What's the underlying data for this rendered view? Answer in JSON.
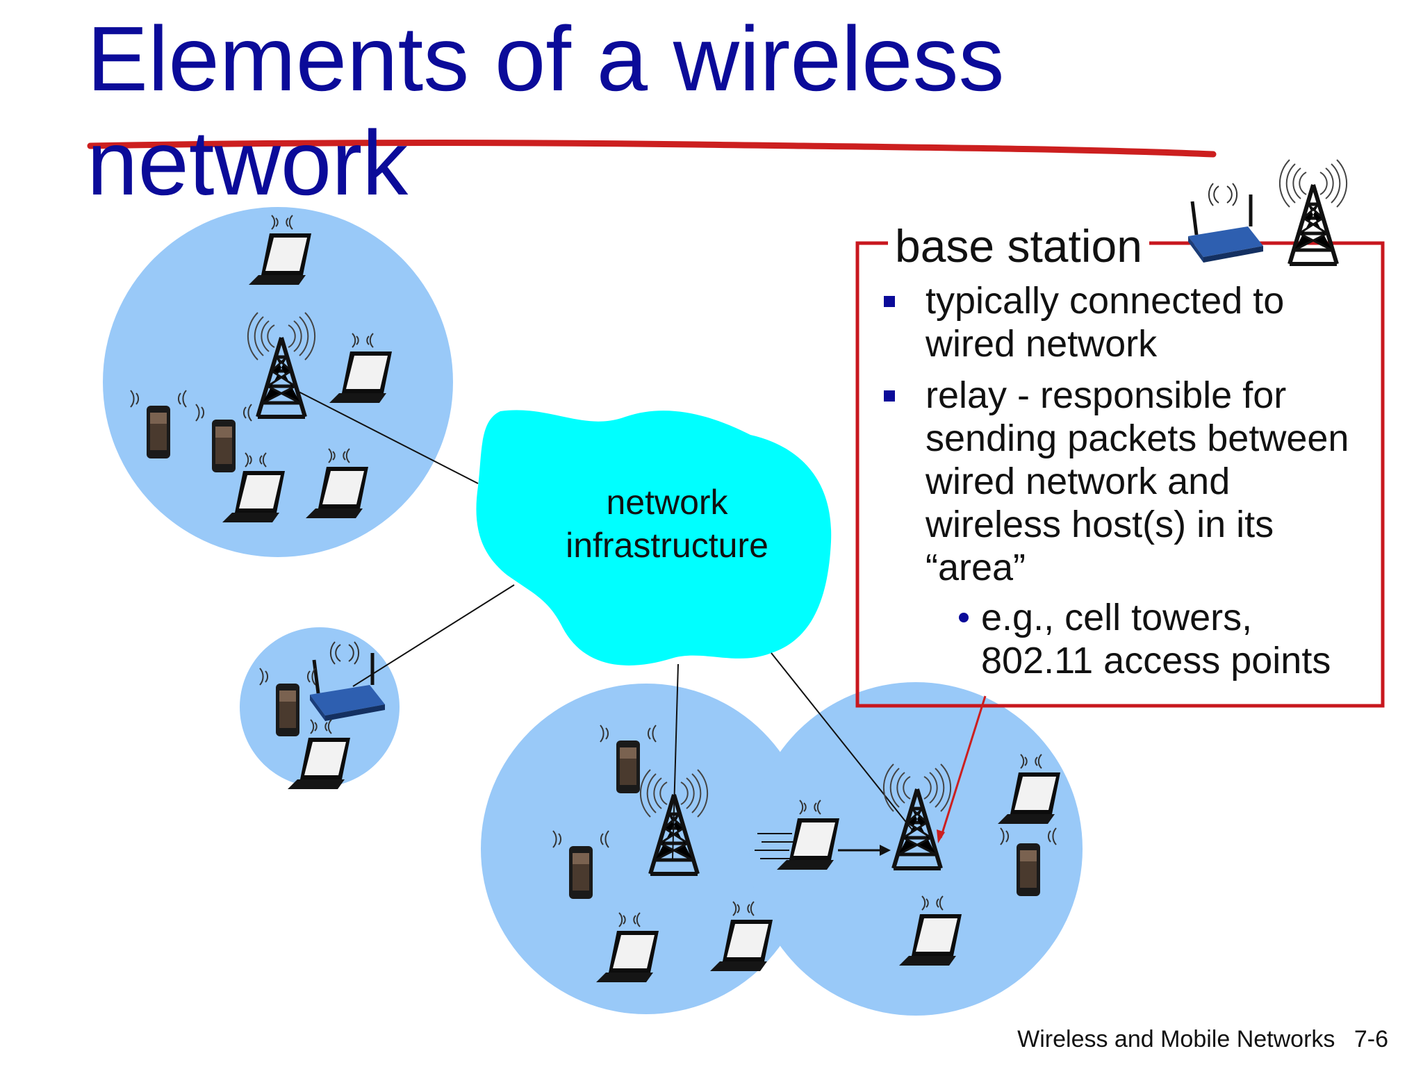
{
  "slide": {
    "title": "Elements of a wireless network",
    "cloud_label": "network infrastructure",
    "base_station": {
      "heading": "base station",
      "bullets": [
        "typically connected to wired network",
        "relay - responsible for sending packets between wired network and wireless host(s) in its “area”"
      ],
      "sub_bullets": [
        "e.g., cell towers, 802.11 access points"
      ]
    },
    "footer": {
      "course": "Wireless and Mobile Networks",
      "page": "7-6"
    }
  },
  "colors": {
    "title": "#0b0b99",
    "cell": "#99c9f8",
    "cloud": "#00ffff",
    "annotation_red": "#cc1f1f",
    "callout_border": "#c8171e",
    "bullet": "#0b0b99"
  },
  "icons": [
    "cell-tower-icon",
    "laptop-icon",
    "smartphone-icon",
    "wifi-router-icon",
    "wifi-signal-icon",
    "motion-lines-icon"
  ]
}
